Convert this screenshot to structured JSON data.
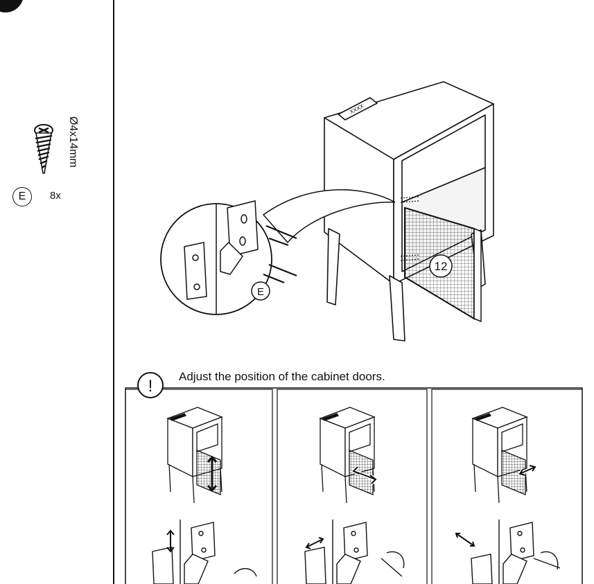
{
  "parts": {
    "screw_spec": "Ø4x14mm",
    "part_letter": "E",
    "quantity": "8x"
  },
  "main_figure": {
    "step_badge": "12",
    "callout_letter": "E",
    "nameplate": "XXXX"
  },
  "notice": {
    "icon": "exclamation-icon",
    "symbol": "!",
    "text": "Adjust the position of the cabinet doors."
  }
}
